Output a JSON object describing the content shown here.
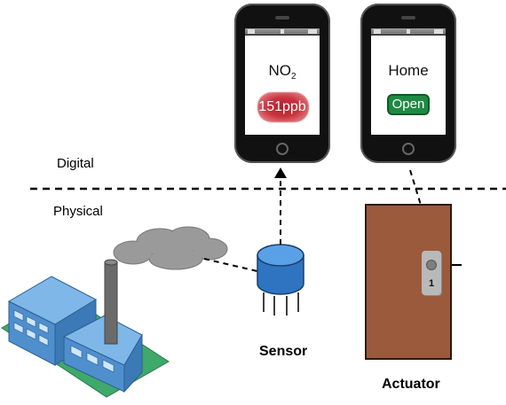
{
  "layers": {
    "digital_label": "Digital",
    "physical_label": "Physical"
  },
  "phones": {
    "sensor_app": {
      "title_main": "NO",
      "title_sub": "2",
      "reading": "151ppb"
    },
    "actuator_app": {
      "title": "Home",
      "button_label": "Open"
    }
  },
  "devices": {
    "sensor_label": "Sensor",
    "actuator_label": "Actuator",
    "lock_number": "1"
  },
  "colors": {
    "reading_blob": "#c9333d",
    "open_button": "#1e8a43",
    "door": "#9b5a3c",
    "sensor_body": "#2f74c0",
    "factory_building": "#5b9bd5",
    "factory_ground": "#3fa86b",
    "chimney": "#6b6b6b",
    "smoke": "#9a9a9a"
  }
}
